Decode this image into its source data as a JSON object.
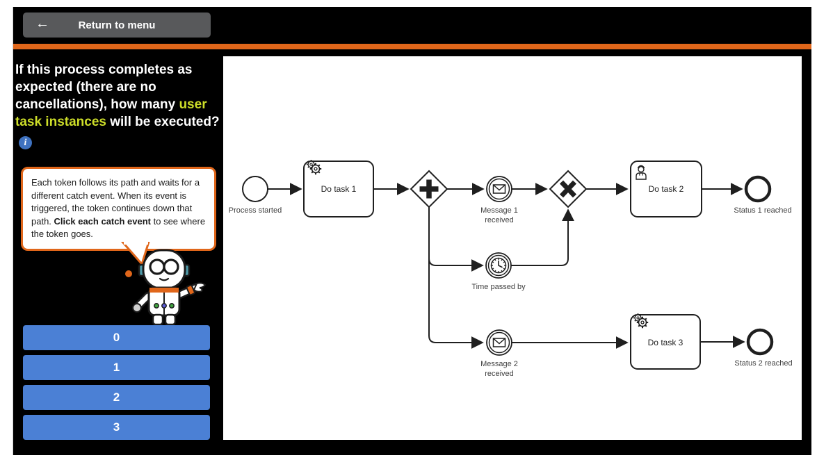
{
  "topbar": {
    "back_icon": "←",
    "return_label": "Return to menu"
  },
  "question": {
    "pre": "If this process completes as expected (there are no cancellations), how many ",
    "highlight": "user task instances",
    "post": " will be executed?",
    "info_icon": "i"
  },
  "tooltip": {
    "pre": "Each token follows its path and waits for a different catch event. When its event is triggered, the token continues down that path. ",
    "bold": "Click each catch event",
    "post": " to see where the token goes."
  },
  "answers": [
    "0",
    "1",
    "2",
    "3"
  ],
  "colors": {
    "accent_orange": "#e0661a",
    "answer_blue": "#4b80d5",
    "highlight_yellow": "#cdde29",
    "info_blue": "#3f72c0",
    "topbar_gray": "#58595b"
  },
  "diagram": {
    "type": "bpmn-process",
    "labels": {
      "start": "Process started",
      "task1": "Do task 1",
      "task2": "Do task 2",
      "task3": "Do task 3",
      "message1_line1": "Message 1",
      "message1_line2": "received",
      "message2_line1": "Message 2",
      "message2_line2": "received",
      "timer": "Time passed by",
      "end1": "Status 1 reached",
      "end2": "Status 2 reached"
    },
    "icons": {
      "task1": "gear-icon",
      "task2": "user-icon",
      "task3": "gear-icon",
      "parallel_gateway": "plus",
      "exclusive_gateway": "x",
      "message_event": "envelope-icon",
      "timer_event": "clock-icon"
    }
  }
}
